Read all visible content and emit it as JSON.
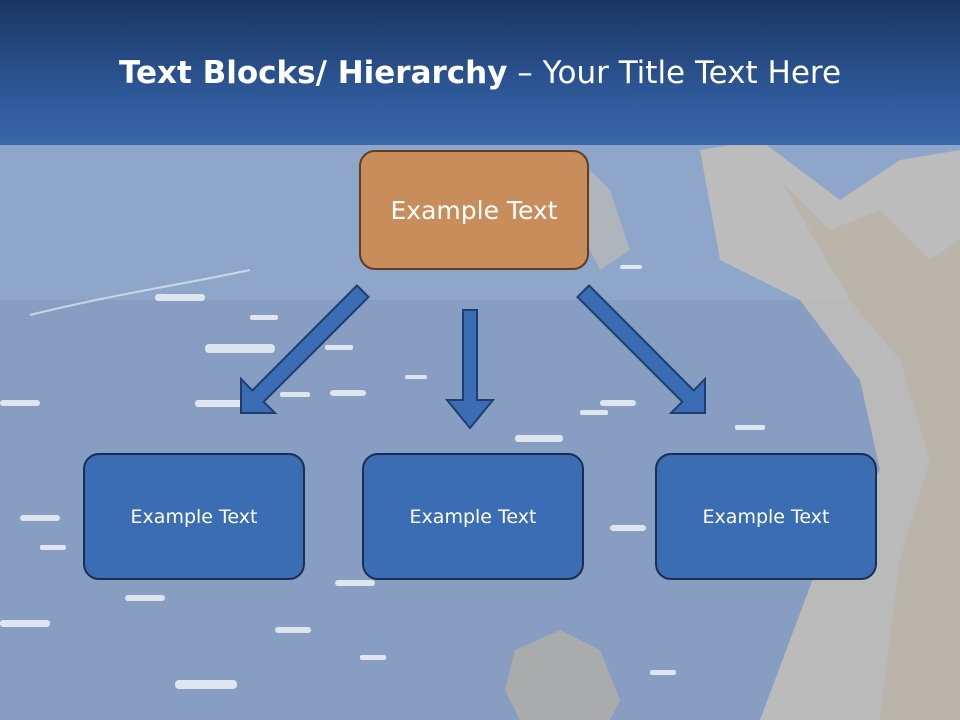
{
  "title": {
    "bold": "Text Blocks/ Hierarchy",
    "rest": " – Your Title Text Here"
  },
  "top_node": {
    "label": "Example Text"
  },
  "children": [
    {
      "label": "Example Text"
    },
    {
      "label": "Example Text"
    },
    {
      "label": "Example Text"
    }
  ],
  "colors": {
    "header": "#2b5391",
    "top_node": "#c98d5c",
    "child_node": "#3b6db5",
    "arrow": "#3b6db5"
  }
}
